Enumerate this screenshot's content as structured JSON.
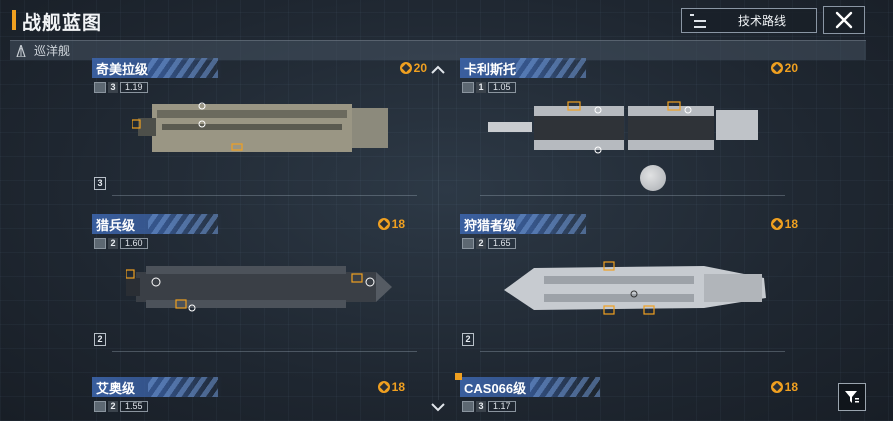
{
  "header": {
    "title": "战舰蓝图",
    "tech_button_label": "技术路线"
  },
  "category": {
    "label": "巡洋舰"
  },
  "colors": {
    "accent": "#f0a020",
    "name_bar": "#3c64aa"
  },
  "cards": [
    {
      "name": "奇美拉级",
      "cost": "20",
      "tier": "3",
      "ratio": "1.19",
      "hull_badge": "3",
      "ship_icon": "cruiser-hull-light"
    },
    {
      "name": "卡利斯托",
      "cost": "20",
      "tier": "1",
      "ratio": "1.05",
      "hull_badge": "",
      "ship_icon": "cruiser-hull-segmented"
    },
    {
      "name": "猎兵级",
      "cost": "18",
      "tier": "2",
      "ratio": "1.60",
      "hull_badge": "2",
      "ship_icon": "cruiser-hull-dark"
    },
    {
      "name": "狩猎者级",
      "cost": "18",
      "tier": "2",
      "ratio": "1.65",
      "hull_badge": "2",
      "ship_icon": "cruiser-hull-white"
    },
    {
      "name": "艾奥级",
      "cost": "18",
      "tier": "2",
      "ratio": "1.55",
      "hull_badge": "",
      "ship_icon": "cruiser-hull"
    },
    {
      "name": "CAS066级",
      "cost": "18",
      "tier": "3",
      "ratio": "1.17",
      "hull_badge": "",
      "ship_icon": "cruiser-hull"
    }
  ]
}
